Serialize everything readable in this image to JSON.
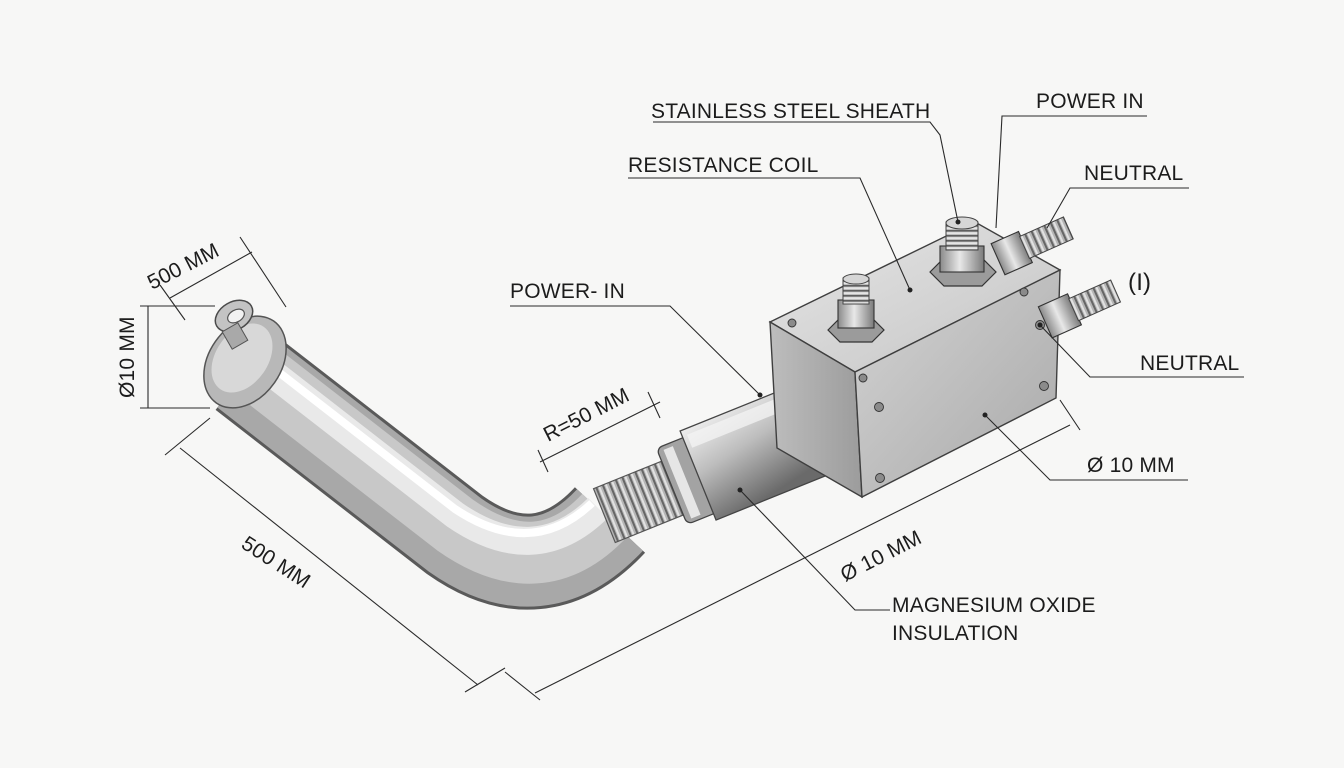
{
  "labels": {
    "sheath": "STAINLESS STEEL SHEATH",
    "power_in_top": "POWER IN",
    "resistance_coil": "RESISTANCE COIL",
    "neutral_top": "NEUTRAL",
    "power_in_left": "POWER- IN",
    "neutral_right": "NEUTRAL",
    "dia_right": "Ø 10 MM",
    "dia_center": "Ø 10 MM",
    "mgo_line1": "MAGNESIUM OXIDE",
    "mgo_line2": "INSULATION",
    "radius": "R=50 MM",
    "len_top": "500 MM",
    "dia_left": "Ø10 MM",
    "len_bottom": "500 MM",
    "ground_symbol": "(I)"
  }
}
